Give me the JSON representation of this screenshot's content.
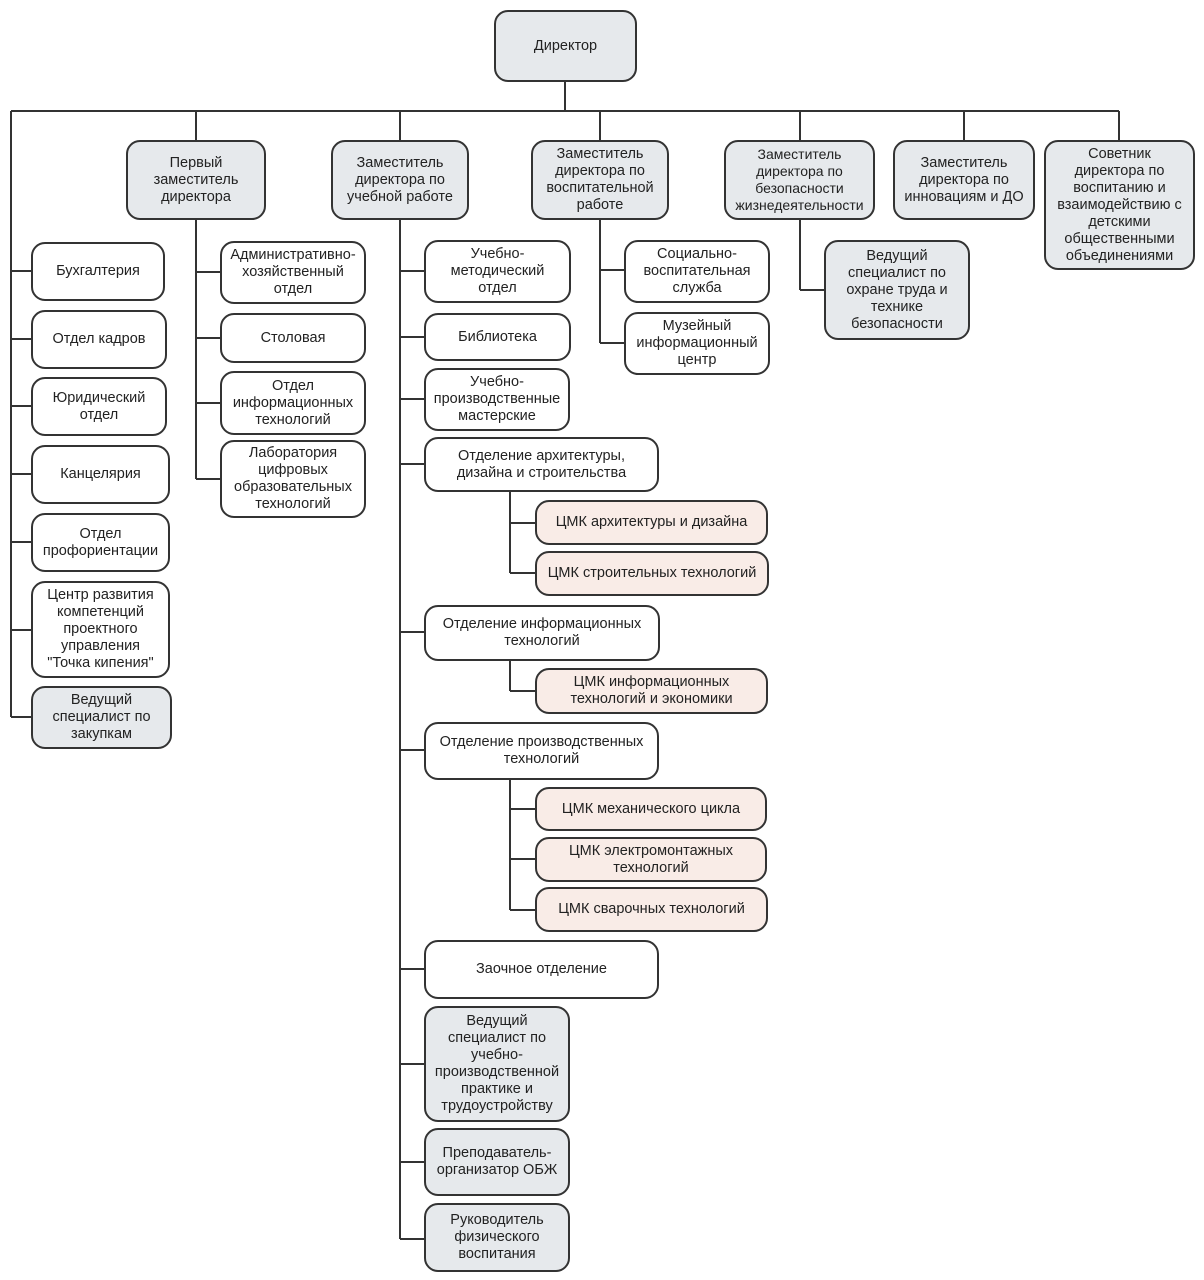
{
  "colors": {
    "line": "#333333",
    "white": "#ffffff",
    "gray": "#e6e9ec",
    "pink": "#f9ece7"
  },
  "nodes": {
    "director": "Директор",
    "first_deputy": "Первый\nзаместитель\nдиректора",
    "deputy_academic": "Заместитель\nдиректора по\nучебной работе",
    "deputy_upbringing": "Заместитель\nдиректора по\nвоспитательной\nработе",
    "deputy_safety": "Заместитель\nдиректора по\nбезопасности\nжизнедеятельности",
    "deputy_innovation": "Заместитель\nдиректора по\nинновациям и ДО",
    "advisor": "Советник\nдиректора по\nвоспитанию и\nвзаимодействию с\nдетскими\nобщественными\nобъединениями",
    "accounting": "Бухгалтерия",
    "hr": "Отдел кадров",
    "legal": "Юридический\nотдел",
    "office": "Канцелярия",
    "career": "Отдел\nпрофориентации",
    "boiling_point": "Центр развития\nкомпетенций\nпроектного\nуправления\n\"Точка кипения\"",
    "procurement": "Ведущий\nспециалист по\nзакупкам",
    "admin_dept": "Административно-\nхозяйственный\nотдел",
    "canteen": "Столовая",
    "it_dept": "Отдел\nинформационных\nтехнологий",
    "digital_lab": "Лаборатория\nцифровых\nобразовательных\nтехнологий",
    "method_dept": "Учебно-\nметодический\nотдел",
    "library": "Библиотека",
    "workshops": "Учебно-\nпроизводственные\nмастерские",
    "arch_division": "Отделение архитектуры,\nдизайна и строительства",
    "cmk_arch": "ЦМК архитектуры и дизайна",
    "cmk_constr": "ЦМК строительных технологий",
    "it_division": "Отделение информационных\nтехнологий",
    "cmk_it": "ЦМК информационных\nтехнологий и экономики",
    "prod_division": "Отделение производственных\nтехнологий",
    "cmk_mech": "ЦМК механического цикла",
    "cmk_elec": "ЦМК электромонтажных\nтехнологий",
    "cmk_weld": "ЦМК сварочных технологий",
    "distance": "Заочное отделение",
    "practice_spec": "Ведущий\nспециалист по\nучебно-\nпроизводственной\nпрактике и\nтрудоустройству",
    "obzh": "Преподаватель-\nорганизатор ОБЖ",
    "pe_head": "Руководитель\nфизического\nвоспитания",
    "social_service": "Социально-\nвоспитательная\nслужба",
    "museum": "Музейный\nинформационный\nцентр",
    "labor_safety": "Ведущий\nспециалист по\nохране труда и\nтехнике\nбезопасности"
  }
}
